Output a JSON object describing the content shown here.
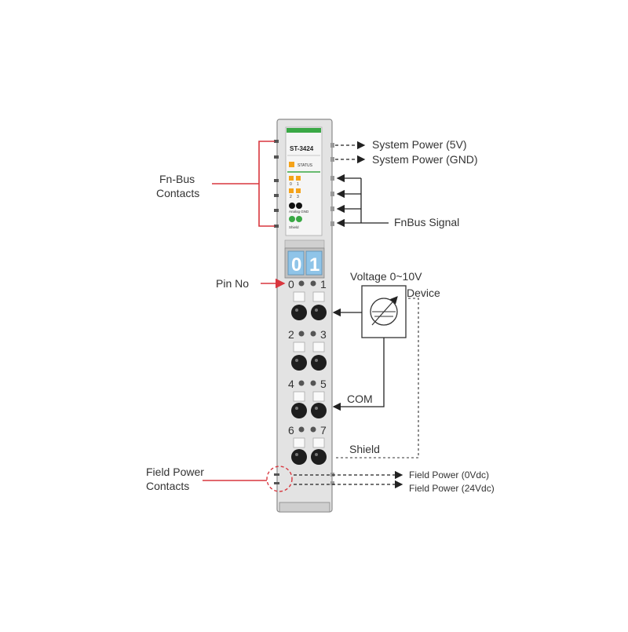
{
  "module": {
    "model": "ST-3424",
    "status_label": "STATUS",
    "led_row1": [
      "0",
      "1"
    ],
    "led_row2": [
      "2",
      "3"
    ],
    "analog_gnd_label": "Analog GND",
    "shield_label": "Shield",
    "display_digits": [
      "0",
      "1"
    ],
    "pin_numbers": [
      "0",
      "1",
      "2",
      "3",
      "4",
      "5",
      "6",
      "7"
    ]
  },
  "labels": {
    "fn_bus_contacts": [
      "Fn-Bus",
      "Contacts"
    ],
    "system_power_5v": "System Power (5V)",
    "system_power_gnd": "System Power (GND)",
    "fnbus_signal": "FnBus Signal",
    "pin_no": "Pin No",
    "voltage": "Voltage 0~10V",
    "device": "Device",
    "com": "COM",
    "shield": "Shield",
    "field_power_contacts": [
      "Field Power",
      "Contacts"
    ],
    "field_power_0v": "Field Power (0Vdc)",
    "field_power_24v": "Field Power (24Vdc)"
  },
  "colors": {
    "callout_red": "#d9363e",
    "module_body": "#e6e6e6",
    "status_green": "#3aa845",
    "led_orange": "#f5a31a",
    "display_blue": "#8fc4e8"
  }
}
